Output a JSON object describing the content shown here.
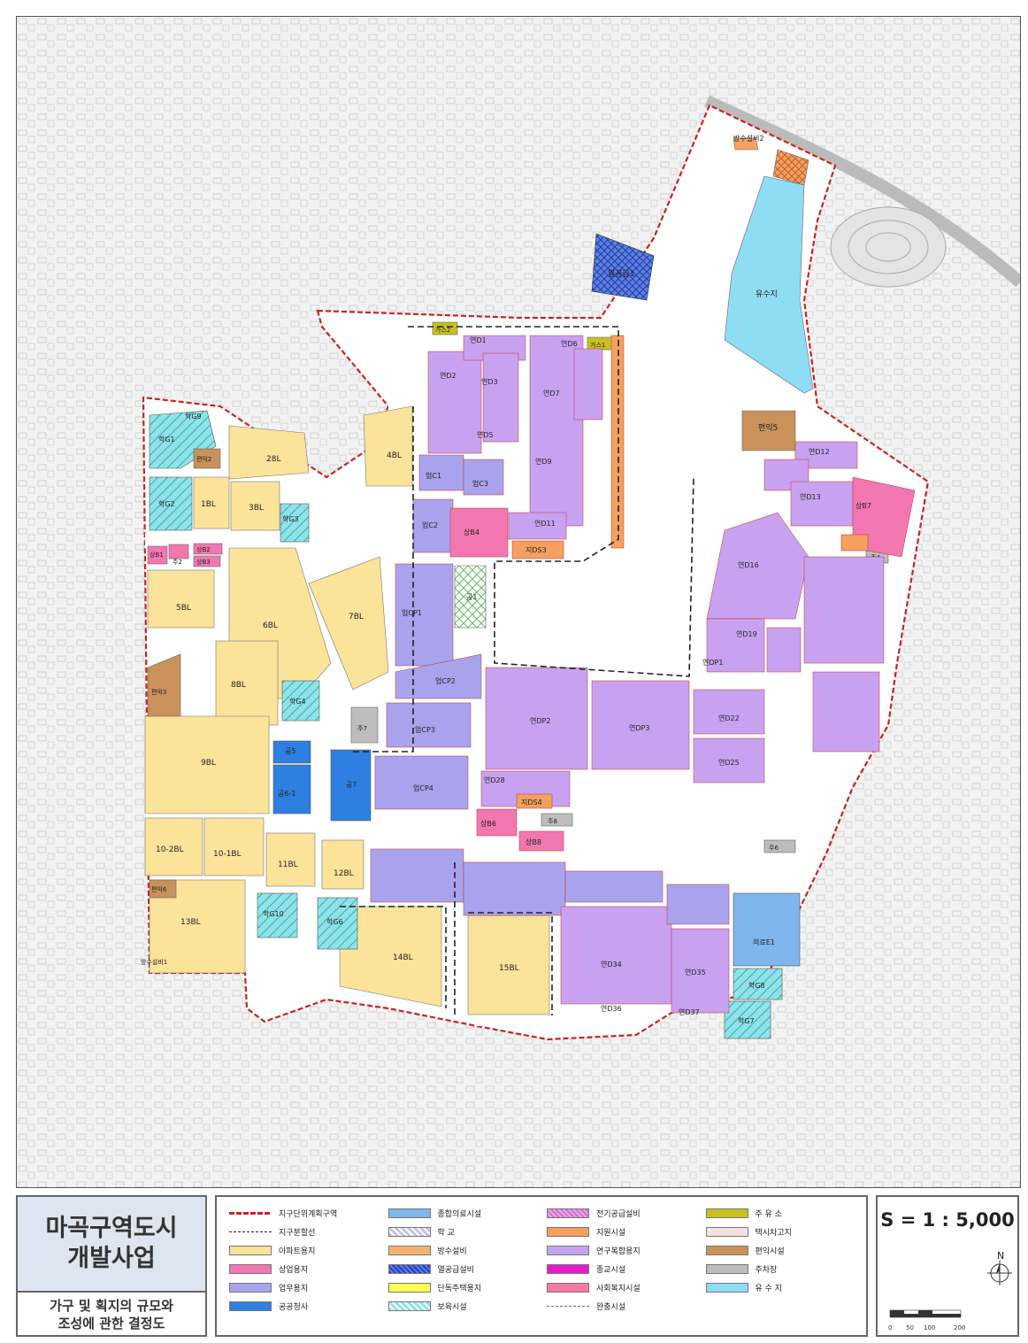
{
  "title": {
    "line1": "마곡구역도시",
    "line2": "개발사업",
    "sub1": "가구 및 획지의 규모와",
    "sub2": "조성에 관한 결정도"
  },
  "scale": {
    "text": "S = 1 : 5,000",
    "north": "N",
    "bar_labels": [
      "0",
      "50",
      "100",
      "200"
    ]
  },
  "legend": [
    {
      "label": "지구단위계획구역",
      "color": "#cc2222",
      "style": "redline"
    },
    {
      "label": "지구분할선",
      "color": "#222222",
      "style": "dashline"
    },
    {
      "label": "아파트용지",
      "color": "#fbe39a",
      "style": "fill"
    },
    {
      "label": "상업용지",
      "color": "#f277b0",
      "style": "fill"
    },
    {
      "label": "업무용지",
      "color": "#a9a3ee",
      "style": "fill"
    },
    {
      "label": "공공청사",
      "color": "#2f7fe0",
      "style": "fill"
    },
    {
      "label": "종합의료시설",
      "color": "#7fb6ec",
      "style": "fill"
    },
    {
      "label": "학 교",
      "color": "#c9c2e6",
      "style": "hatch"
    },
    {
      "label": "방수설비",
      "color": "#f5b26f",
      "style": "fill"
    },
    {
      "label": "열공급설비",
      "color": "#5f7fe0",
      "style": "cross"
    },
    {
      "label": "단독주택용지",
      "color": "#ffff55",
      "style": "fill"
    },
    {
      "label": "보육시설",
      "color": "#8fe3e8",
      "style": "hatch"
    },
    {
      "label": "전기공급설비",
      "color": "#e6a8e6",
      "style": "cross"
    },
    {
      "label": "지원시설",
      "color": "#f4a060",
      "style": "fill"
    },
    {
      "label": "연구복합용지",
      "color": "#c8a2f0",
      "style": "fill"
    },
    {
      "label": "종교시설",
      "color": "#e81ad0",
      "style": "fill"
    },
    {
      "label": "사회복지시설",
      "color": "#f47aa0",
      "style": "fill"
    },
    {
      "label": "완충시설",
      "color": "#666666",
      "style": "dashline"
    },
    {
      "label": "주 유 소",
      "color": "#c8c020",
      "style": "fill"
    },
    {
      "label": "택시차고지",
      "color": "#f5e1e4",
      "style": "fill"
    },
    {
      "label": "편익시설",
      "color": "#c9925a",
      "style": "fill"
    },
    {
      "label": "주차장",
      "color": "#bdbdbd",
      "style": "fill"
    },
    {
      "label": "유 수 지",
      "color": "#8fdcf5",
      "style": "fill"
    }
  ],
  "colors": {
    "apartment": "#fbe39a",
    "commercial": "#f277b0",
    "business": "#a9a3ee",
    "research": "#c8a2f0",
    "public_office": "#2f7fe0",
    "school": "#8fe3e8",
    "support": "#f4a060",
    "convenience": "#c9925a",
    "parking": "#bdbdbd",
    "detention": "#8fdcf5",
    "heat": "#5f7fe0",
    "boundary": "#cc2222"
  },
  "labels": {
    "bangsu2": "방수설비2",
    "yusuji": "유수지",
    "yeolgong1": "열공급1",
    "pyeonik5": "편익5",
    "bl28": "28L",
    "bl4": "4BL",
    "bl1": "1BL",
    "bl3": "3BL",
    "bl5": "5BL",
    "bl6": "6BL",
    "bl7": "7BL",
    "bl8": "8BL",
    "bl9": "9BL",
    "bl10_2": "10-2BL",
    "bl10_1": "10-1BL",
    "bl11": "11BL",
    "bl12": "12BL",
    "bl13": "13BL",
    "bl14": "14BL",
    "bl15": "15BL",
    "hakG1": "학G1",
    "hakG2": "학G2",
    "hakG3": "학G3",
    "hakG4": "학G4",
    "hakG6": "학G6",
    "hakG7": "학G7",
    "hakG8": "학G8",
    "hakG9": "학G9",
    "hakG10": "학G10",
    "pyeonik2": "편익2",
    "pyeonik3": "편익3",
    "pyeonik6": "편익6",
    "bangsu1": "방수설비1",
    "sangB1": "상B1",
    "ju2": "주2",
    "sangB2": "상B2",
    "sangB3": "상B3",
    "sangB4": "상B4",
    "sangB6": "상B6",
    "sangB7": "상B7",
    "sangB8": "상B8",
    "gong5": "공5",
    "gong6_1": "공6-1",
    "gong7": "공7",
    "yeonD1": "연D1",
    "yeonD2": "연D2",
    "yeonD3": "연D3",
    "yeonD5": "연D5",
    "yeonD6": "연D6",
    "yeonD7": "연D7",
    "yeonD9": "연D9",
    "yeonD11": "연D11",
    "yeonD12": "연D12",
    "yeonD13": "연D13",
    "yeonD16": "연D16",
    "yeonD19": "연D19",
    "yeonD22": "연D22",
    "yeonD25": "연D25",
    "yeonD28": "연D28",
    "yeonD34": "연D34",
    "yeonD35": "연D35",
    "yeonD36": "연D36",
    "yeonD37": "연D37",
    "eopC1": "업C1",
    "eopC2": "업C2",
    "eopC3": "업C3",
    "eopCP1": "업CP1",
    "eopCP2": "업CP2",
    "eopCP3": "업CP3",
    "eopCP4": "업CP4",
    "yeonDP1": "연DP1",
    "yeonDP2": "연DP2",
    "yeonDP3": "연DP3",
    "jiDS3": "지DS3",
    "jiDS4": "지DS4",
    "gas1": "가스1",
    "gas2": "가스2",
    "uiryoE1": "의료E1",
    "gong1": "공1",
    "ju7": "주7",
    "ju4": "주4",
    "ju8": "주8",
    "ju6": "주6"
  }
}
